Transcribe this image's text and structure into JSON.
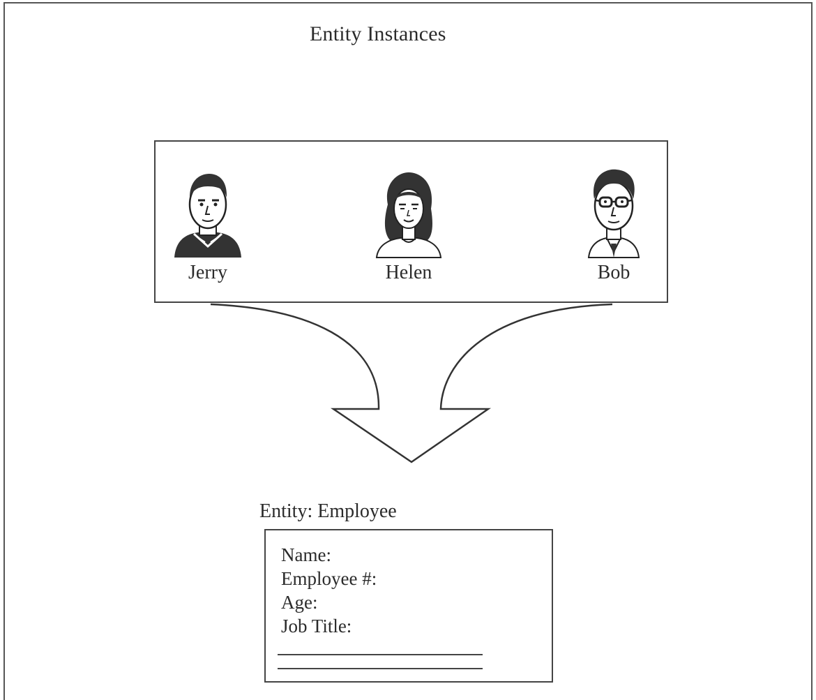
{
  "title": "Entity Instances",
  "instances": [
    {
      "name": "Jerry",
      "icon": "man-portrait-icon"
    },
    {
      "name": "Helen",
      "icon": "woman-portrait-icon"
    },
    {
      "name": "Bob",
      "icon": "man-with-glasses-portrait-icon"
    }
  ],
  "entity": {
    "label": "Entity:  Employee",
    "fields": [
      "Name:",
      "Employee #:",
      "Age:",
      "Job Title:"
    ]
  },
  "colors": {
    "line": "#444444",
    "text": "#2b2b2b"
  }
}
